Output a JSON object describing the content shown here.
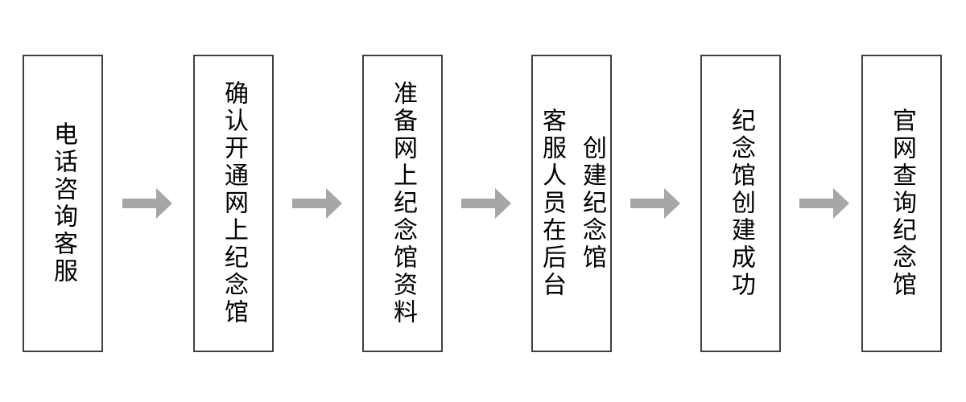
{
  "steps": [
    {
      "label": "电话咨询客服"
    },
    {
      "label": "确认开通网上纪念馆"
    },
    {
      "label": "准备网上纪念馆资料"
    },
    {
      "label": "客服人员在后台\n创建纪念馆"
    },
    {
      "label": "纪念馆创建成功"
    },
    {
      "label": "官网查询纪念馆"
    }
  ],
  "colors": {
    "box_border": "#404040",
    "box_fill": "#ffffff",
    "text": "#000000",
    "arrow": "#a6a6a6",
    "background": "#ffffff"
  }
}
